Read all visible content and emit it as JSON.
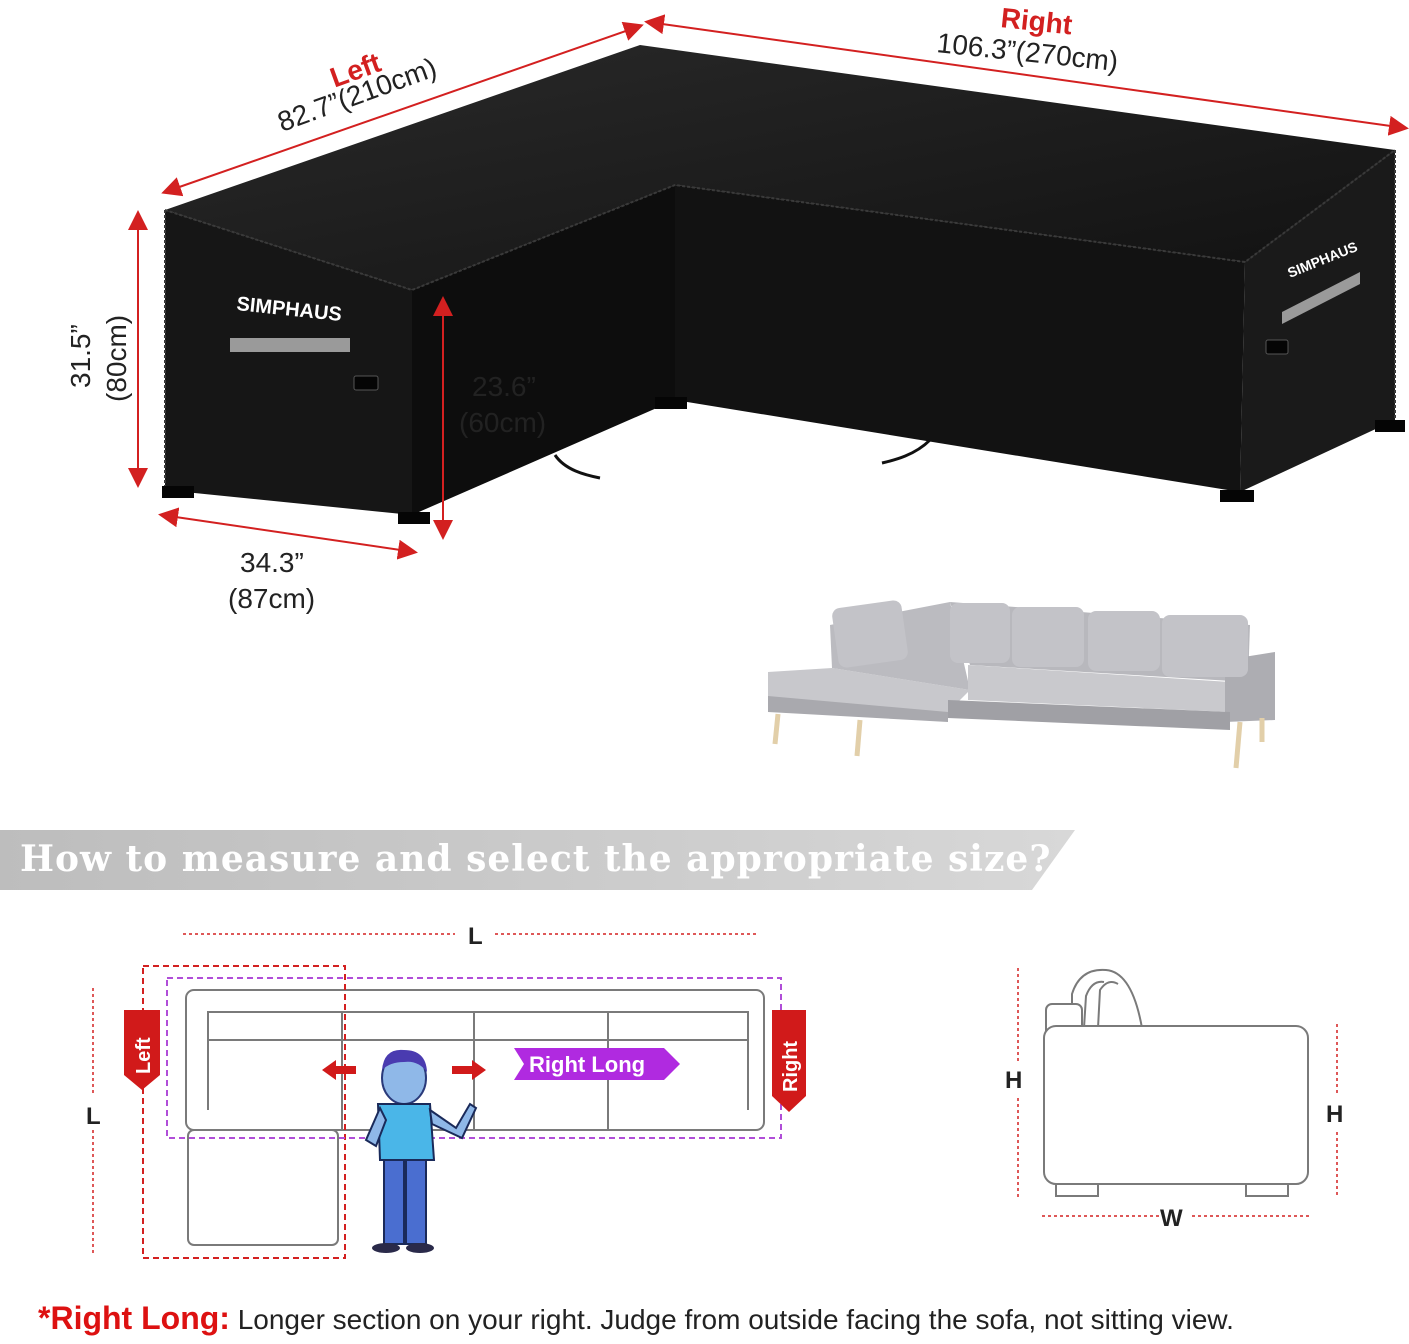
{
  "colors": {
    "cover": "#141414",
    "dimension_line": "#d32020",
    "dimension_label": "#d32020",
    "sofa_grey": "#b9b9be",
    "guide_purple": "#b04ed8",
    "arrow_red": "#d11a1a",
    "outline": "#7a7a7a"
  },
  "product": {
    "brand_logo_text": "SIMPHAUS",
    "dimensions": {
      "left": {
        "label": "Left",
        "value": "82.7”(210cm)"
      },
      "right": {
        "label": "Right",
        "value": "106.3”(270cm)"
      },
      "height": {
        "line1": "31.5”",
        "line2": "(80cm)"
      },
      "inner_height": {
        "line1": "23.6”",
        "line2": "(60cm)"
      },
      "depth": {
        "line1": "34.3”",
        "line2": "(87cm)"
      }
    }
  },
  "guide": {
    "banner_title": "How to measure and select the appropriate size?",
    "top_view": {
      "length_top": "L",
      "length_side": "L",
      "left_tag": "Left",
      "right_tag": "Right",
      "right_long_tag": "Right Long"
    },
    "side_view": {
      "height_left": "H",
      "height_right": "H",
      "width": "W"
    },
    "footnote": {
      "lead": "*Right Long:",
      "text": " Longer section on your right. Judge from outside facing the sofa, not sitting view."
    }
  }
}
